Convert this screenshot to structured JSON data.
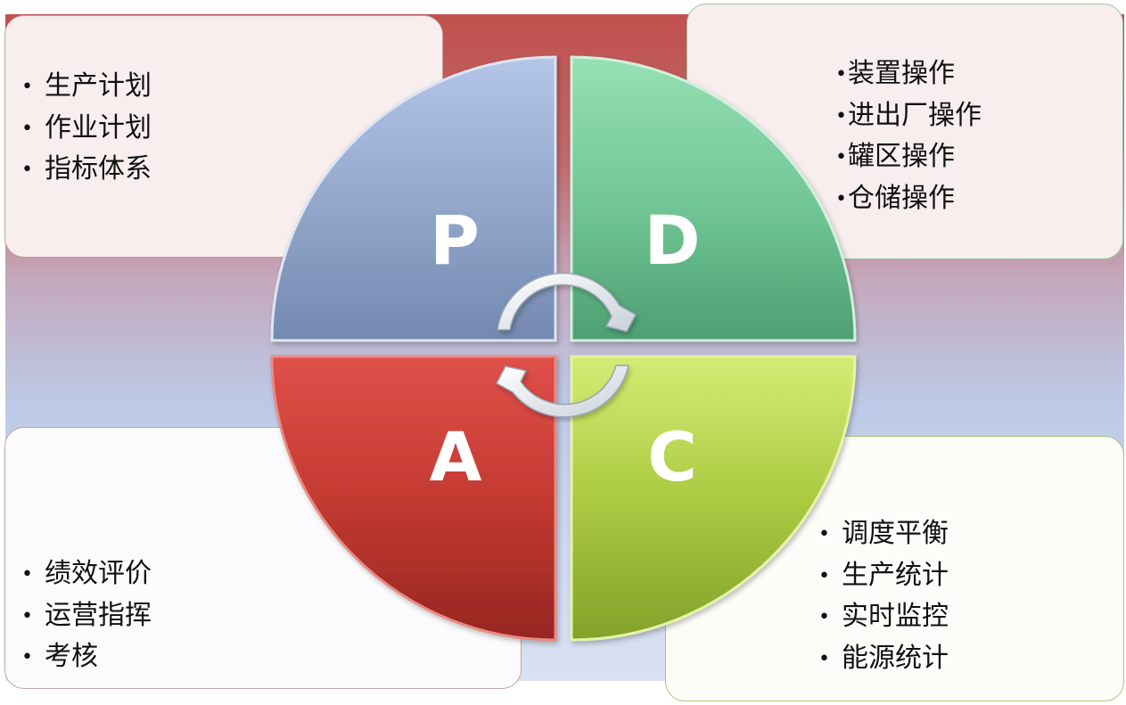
{
  "quadrants": {
    "p": {
      "letter": "P",
      "items": [
        "生产计划",
        "作业计划",
        "指标体系"
      ]
    },
    "d": {
      "letter": "D",
      "items": [
        "装置操作",
        "进出厂操作",
        "罐区操作",
        "仓储操作"
      ]
    },
    "a": {
      "letter": "A",
      "items": [
        "绩效评价",
        "运营指挥",
        "考核"
      ]
    },
    "c": {
      "letter": "C",
      "items": [
        "调度平衡",
        "生产统计",
        "实时监控",
        "能源统计"
      ]
    }
  },
  "bullet": "•",
  "colors": {
    "p": "#8ea2c6",
    "d": "#72c496",
    "a": "#c0382f",
    "c": "#a8c940"
  }
}
